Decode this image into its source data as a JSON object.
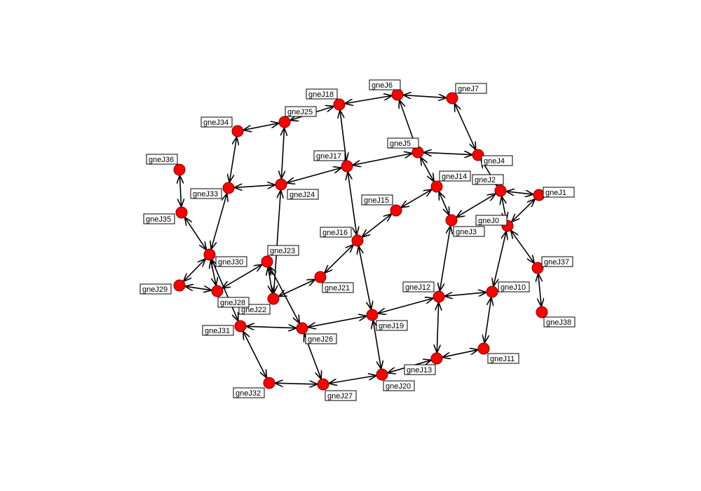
{
  "colors": {
    "node": "#ff0000",
    "edge": "#000000",
    "background": "#ffffff"
  },
  "nodes": [
    {
      "id": "gneJ0",
      "label": "gneJ0"
    },
    {
      "id": "gneJ1",
      "label": "gneJ1"
    },
    {
      "id": "gneJ2",
      "label": "gneJ2"
    },
    {
      "id": "gneJ3",
      "label": "gneJ3"
    },
    {
      "id": "gneJ4",
      "label": "gneJ4"
    },
    {
      "id": "gneJ5",
      "label": "gneJ5"
    },
    {
      "id": "gneJ6",
      "label": "gneJ6"
    },
    {
      "id": "gneJ7",
      "label": "gneJ7"
    },
    {
      "id": "gneJ10",
      "label": "gneJ10"
    },
    {
      "id": "gneJ11",
      "label": "gneJ11"
    },
    {
      "id": "gneJ12",
      "label": "gneJ12"
    },
    {
      "id": "gneJ13",
      "label": "gneJ13"
    },
    {
      "id": "gneJ14",
      "label": "gneJ14"
    },
    {
      "id": "gneJ15",
      "label": "gneJ15"
    },
    {
      "id": "gneJ16",
      "label": "gneJ16"
    },
    {
      "id": "gneJ17",
      "label": "gneJ17"
    },
    {
      "id": "gneJ18",
      "label": "gneJ18"
    },
    {
      "id": "gneJ19",
      "label": "gneJ19"
    },
    {
      "id": "gneJ20",
      "label": "gneJ20"
    },
    {
      "id": "gneJ21",
      "label": "gneJ21"
    },
    {
      "id": "gneJ22",
      "label": "gneJ22"
    },
    {
      "id": "gneJ23",
      "label": "gneJ23"
    },
    {
      "id": "gneJ24",
      "label": "gneJ24"
    },
    {
      "id": "gneJ25",
      "label": "gneJ25"
    },
    {
      "id": "gneJ26",
      "label": "gneJ26"
    },
    {
      "id": "gneJ27",
      "label": "gneJ27"
    },
    {
      "id": "gneJ28",
      "label": "gneJ28"
    },
    {
      "id": "gneJ29",
      "label": "gneJ29"
    },
    {
      "id": "gneJ30",
      "label": "gneJ30"
    },
    {
      "id": "gneJ31",
      "label": "gneJ31"
    },
    {
      "id": "gneJ32",
      "label": "gneJ32"
    },
    {
      "id": "gneJ33",
      "label": "gneJ33"
    },
    {
      "id": "gneJ34",
      "label": "gneJ34"
    },
    {
      "id": "gneJ35",
      "label": "gneJ35"
    },
    {
      "id": "gneJ36",
      "label": "gneJ36"
    },
    {
      "id": "gneJ37",
      "label": "gneJ37"
    },
    {
      "id": "gneJ38",
      "label": "gneJ38"
    }
  ],
  "edges": [
    [
      "gneJ18",
      "gneJ6"
    ],
    [
      "gneJ6",
      "gneJ7"
    ],
    [
      "gneJ6",
      "gneJ5"
    ],
    [
      "gneJ7",
      "gneJ4"
    ],
    [
      "gneJ5",
      "gneJ4"
    ],
    [
      "gneJ5",
      "gneJ17"
    ],
    [
      "gneJ5",
      "gneJ14"
    ],
    [
      "gneJ4",
      "gneJ2"
    ],
    [
      "gneJ2",
      "gneJ1"
    ],
    [
      "gneJ2",
      "gneJ3"
    ],
    [
      "gneJ2",
      "gneJ0"
    ],
    [
      "gneJ1",
      "gneJ0"
    ],
    [
      "gneJ14",
      "gneJ15"
    ],
    [
      "gneJ14",
      "gneJ3"
    ],
    [
      "gneJ15",
      "gneJ16"
    ],
    [
      "gneJ17",
      "gneJ18"
    ],
    [
      "gneJ17",
      "gneJ24"
    ],
    [
      "gneJ17",
      "gneJ16"
    ],
    [
      "gneJ25",
      "gneJ18"
    ],
    [
      "gneJ25",
      "gneJ34"
    ],
    [
      "gneJ25",
      "gneJ24"
    ],
    [
      "gneJ34",
      "gneJ33"
    ],
    [
      "gneJ33",
      "gneJ24"
    ],
    [
      "gneJ33",
      "gneJ30"
    ],
    [
      "gneJ36",
      "gneJ35"
    ],
    [
      "gneJ35",
      "gneJ30"
    ],
    [
      "gneJ30",
      "gneJ29"
    ],
    [
      "gneJ30",
      "gneJ31"
    ],
    [
      "gneJ28",
      "gneJ29"
    ],
    [
      "gneJ28",
      "gneJ30"
    ],
    [
      "gneJ28",
      "gneJ23"
    ],
    [
      "gneJ24",
      "gneJ22"
    ],
    [
      "gneJ23",
      "gneJ22"
    ],
    [
      "gneJ23",
      "gneJ26"
    ],
    [
      "gneJ22",
      "gneJ21"
    ],
    [
      "gneJ21",
      "gneJ16"
    ],
    [
      "gneJ16",
      "gneJ19"
    ],
    [
      "gneJ19",
      "gneJ26"
    ],
    [
      "gneJ19",
      "gneJ12"
    ],
    [
      "gneJ19",
      "gneJ20"
    ],
    [
      "gneJ12",
      "gneJ3"
    ],
    [
      "gneJ12",
      "gneJ10"
    ],
    [
      "gneJ12",
      "gneJ13"
    ],
    [
      "gneJ10",
      "gneJ0"
    ],
    [
      "gneJ10",
      "gneJ11"
    ],
    [
      "gneJ0",
      "gneJ37"
    ],
    [
      "gneJ37",
      "gneJ38"
    ],
    [
      "gneJ13",
      "gneJ11"
    ],
    [
      "gneJ13",
      "gneJ20"
    ],
    [
      "gneJ20",
      "gneJ27"
    ],
    [
      "gneJ26",
      "gneJ27"
    ],
    [
      "gneJ26",
      "gneJ31"
    ],
    [
      "gneJ31",
      "gneJ32"
    ],
    [
      "gneJ32",
      "gneJ27"
    ]
  ]
}
